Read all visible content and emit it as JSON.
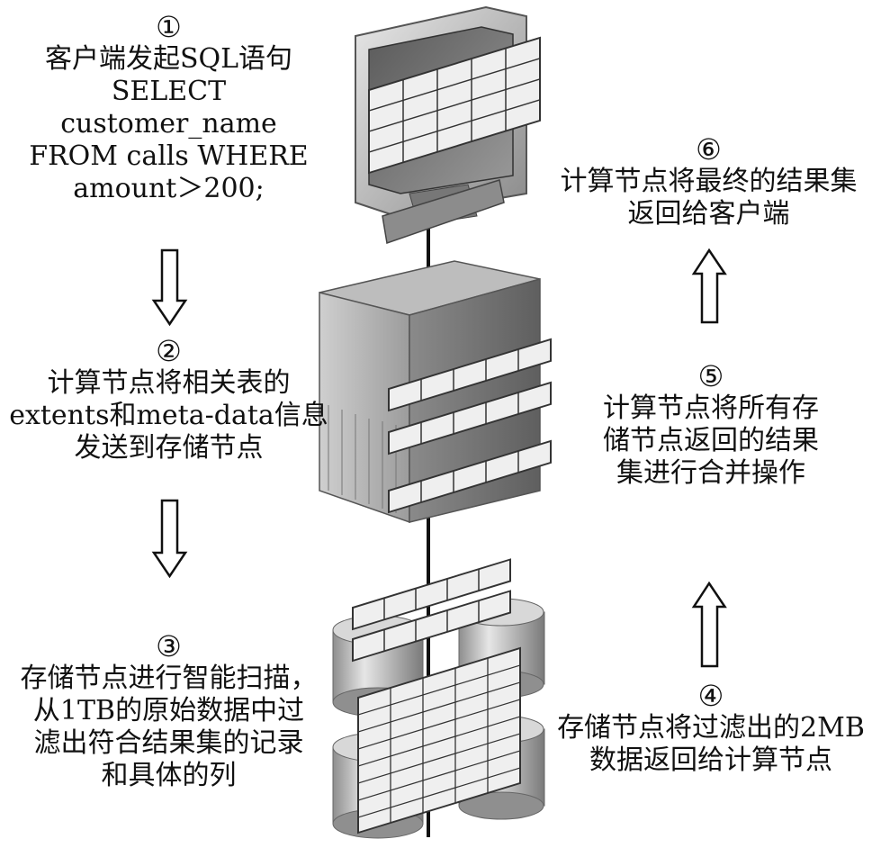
{
  "steps": [
    {
      "num": "①",
      "lines": [
        "客户端发起SQL语句",
        "SELECT",
        "customer_name",
        "FROM calls WHERE",
        "amount＞200;"
      ]
    },
    {
      "num": "②",
      "lines": [
        "计算节点将相关表的",
        "extents和meta-data信息",
        "发送到存储节点"
      ]
    },
    {
      "num": "③",
      "lines": [
        "存储节点进行智能扫描，",
        "从1TB的原始数据中过",
        "滤出符合结果集的记录",
        "和具体的列"
      ]
    },
    {
      "num": "④",
      "lines": [
        "存储节点将过滤出的2MB",
        "数据返回给计算节点"
      ]
    },
    {
      "num": "⑤",
      "lines": [
        "计算节点将所有存",
        "储节点返回的结果",
        "集进行合并操作"
      ]
    },
    {
      "num": "⑥",
      "lines": [
        "计算节点将最终的结果集",
        "返回给客户端"
      ]
    }
  ],
  "icons": [
    "monitor-icon",
    "server-icon",
    "storage-disk-icon",
    "down-arrow-icon",
    "up-arrow-icon"
  ]
}
